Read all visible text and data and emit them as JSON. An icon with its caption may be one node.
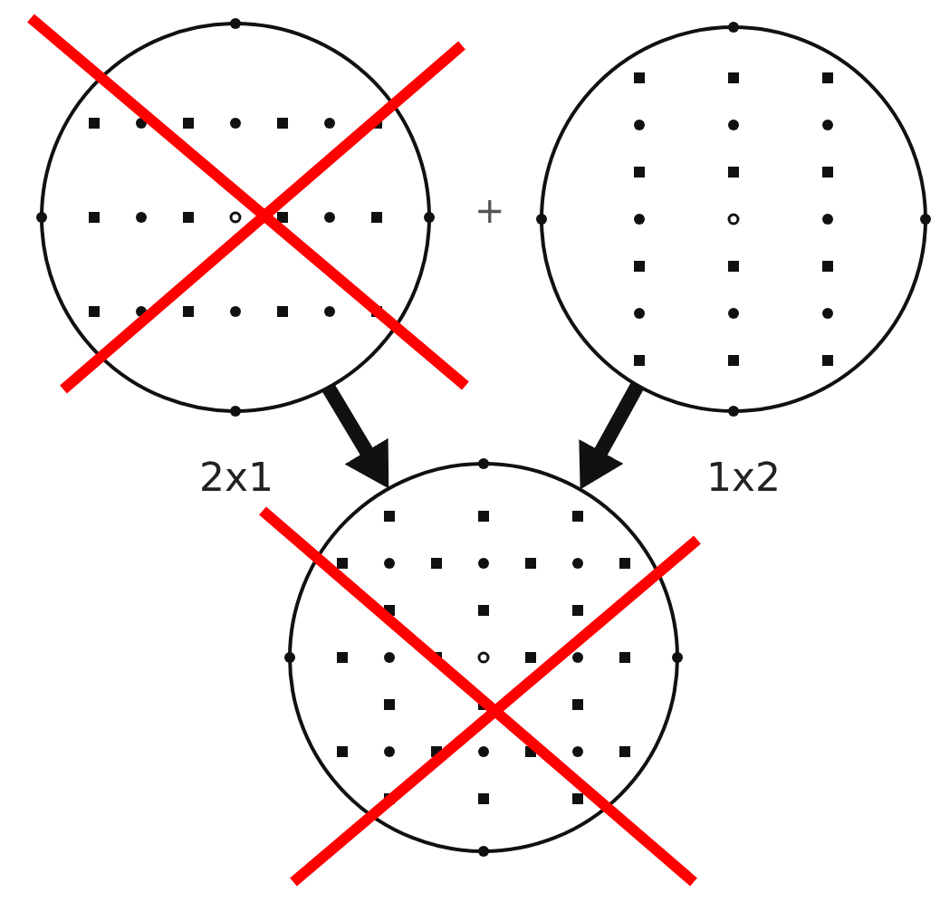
{
  "diagram": {
    "nodes": [
      {
        "text": [],
        "shape": "circle"
      },
      {
        "text": [],
        "shape": "circle"
      },
      {
        "text": [],
        "shape": "circle"
      }
    ],
    "edges": [
      {
        "from": 0,
        "to": 2,
        "arrow": "to",
        "label": "2x1"
      },
      {
        "from": 1,
        "to": 2,
        "arrow": "to",
        "label": "1x2"
      }
    ],
    "labels": [
      "+"
    ]
  }
}
